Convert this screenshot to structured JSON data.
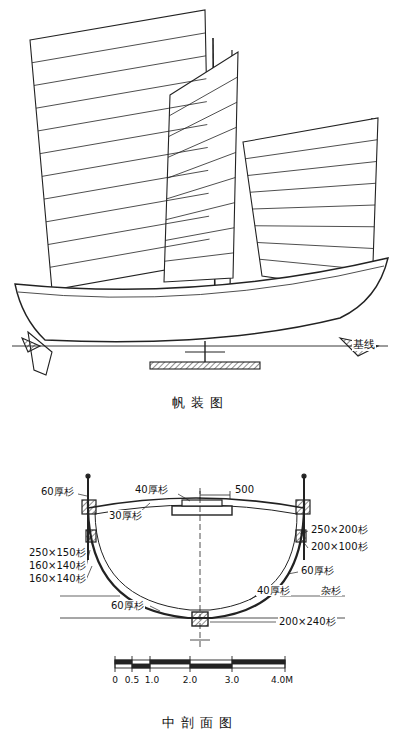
{
  "diagram": {
    "labels": [
      "基线",
      "帆装图",
      "60厚杉",
      "40厚杉",
      "500",
      "30厚杉",
      "250×200杉",
      "200×100杉",
      "250×150杉",
      "160×140杉",
      "160×140杉",
      "60厚杉",
      "40厚杉",
      "杂杉",
      "60厚杉",
      "200×240杉",
      "0",
      "0.5",
      "1.0",
      "2.0",
      "3.0",
      "4.0M",
      "中剖面图"
    ]
  }
}
